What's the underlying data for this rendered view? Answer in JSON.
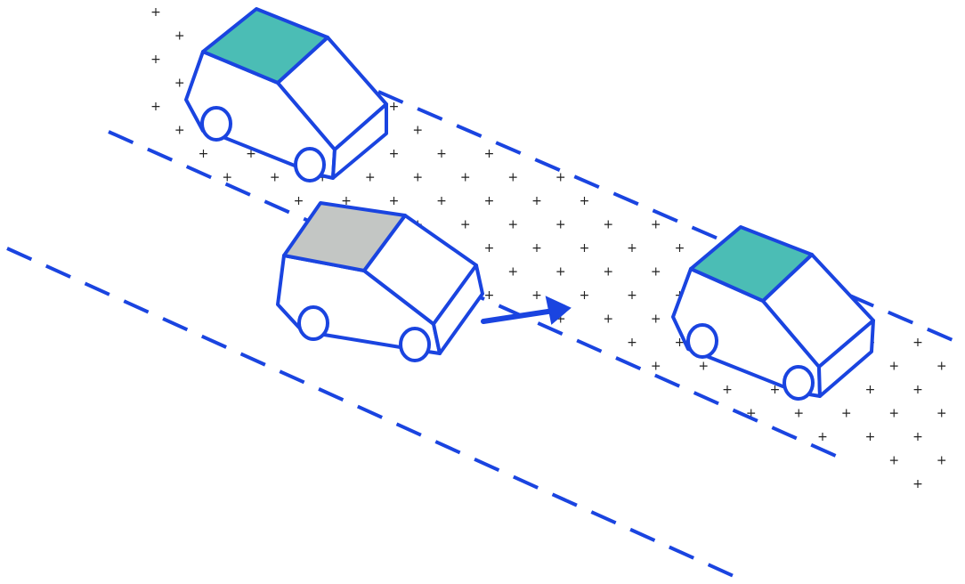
{
  "scene": {
    "description_free": true,
    "colors": {
      "outline": "#1a44e0",
      "roof_target": "#4bbdb5",
      "roof_ego": "#c3c6c4",
      "car_body": "#ffffff",
      "grid_mark": "#222222",
      "background": "#ffffff"
    },
    "grid_mark_glyph": "+",
    "cars": [
      {
        "name": "parked-car-top-left",
        "roof": "roof_target"
      },
      {
        "name": "merging-car-center",
        "roof": "roof_ego"
      },
      {
        "name": "parked-car-right",
        "roof": "roof_target"
      }
    ],
    "arrow": {
      "name": "lane-change-arrow",
      "icon": "arrow-right-icon"
    }
  }
}
